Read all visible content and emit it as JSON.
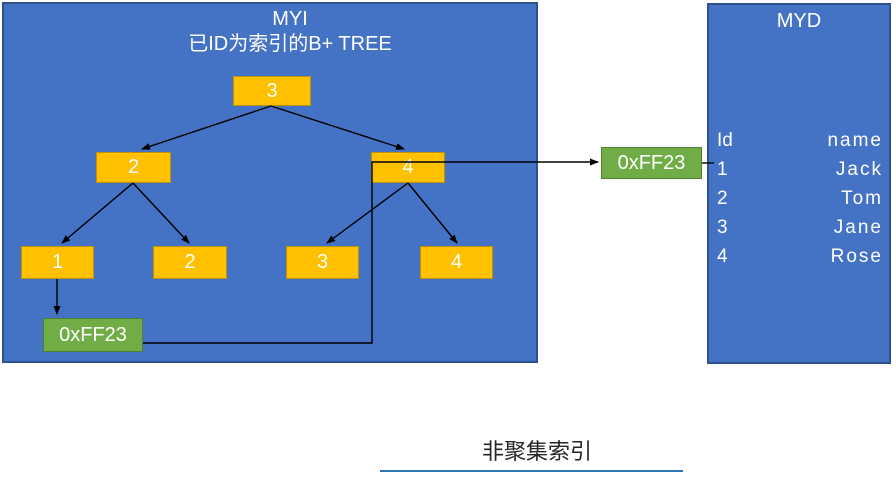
{
  "myi": {
    "title": "MYI",
    "subtitle": "已ID为索引的B+ TREE",
    "nodes": {
      "root": "3",
      "mid_left": "2",
      "mid_right": "4",
      "leaf_1": "1",
      "leaf_2": "2",
      "leaf_3": "3",
      "leaf_4": "4"
    }
  },
  "pointers": {
    "leaf_address": "0xFF23",
    "row_address": "0xFF23"
  },
  "myd": {
    "title": "MYD",
    "columns": {
      "id": "Id",
      "name": "name"
    },
    "rows": [
      {
        "id": "1",
        "name": "Jack"
      },
      {
        "id": "2",
        "name": "Tom"
      },
      {
        "id": "3",
        "name": "Jane"
      },
      {
        "id": "4",
        "name": "Rose"
      }
    ]
  },
  "caption": "非聚集索引",
  "colors": {
    "panel_fill": "#4472C4",
    "panel_border": "#2F528F",
    "node_fill": "#FFC000",
    "node_border": "#BF9000",
    "address_fill": "#70AD47",
    "address_border": "#507E32",
    "connector": "#000000",
    "text_on_blue": "#FFFFFF",
    "caption_text": "#262626",
    "caption_rule": "#2E75B6"
  }
}
